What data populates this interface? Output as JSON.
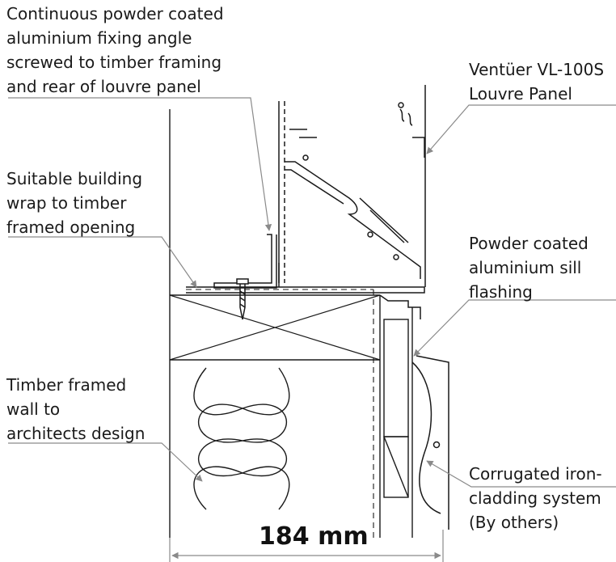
{
  "callouts": {
    "fixing_angle": [
      "Continuous powder coated",
      "aluminium fixing angle",
      "screwed to timber framing",
      "and rear of louvre panel"
    ],
    "louvre_panel": [
      "Ventüer VL-100S",
      "Louvre Panel"
    ],
    "building_wrap": [
      "Suitable building",
      "wrap to timber",
      "framed opening"
    ],
    "sill_flashing": [
      "Powder coated",
      "aluminium sill",
      "flashing"
    ],
    "timber_wall": [
      "Timber framed",
      "wall to",
      "architects design"
    ],
    "cladding": [
      "Corrugated iron-",
      "cladding system",
      "(By others)"
    ]
  },
  "dimension": {
    "label": "184 mm"
  },
  "colors": {
    "line": "#1a1a1a",
    "leader": "#8a8a8a",
    "text": "#1a1a1a"
  }
}
